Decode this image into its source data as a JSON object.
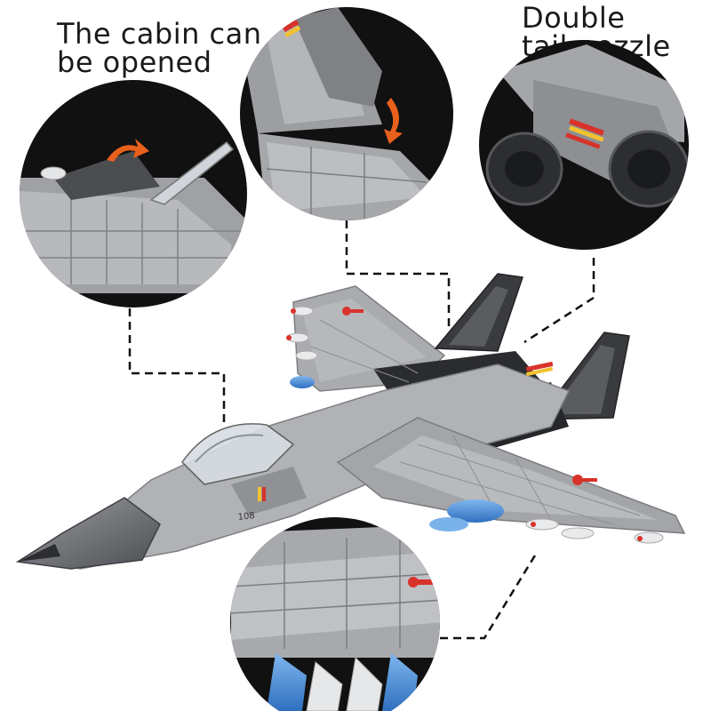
{
  "captions": {
    "cabin": {
      "line1": "The cabin can",
      "line2": "be opened"
    },
    "nozzle": {
      "line1": "Double",
      "line2": "tail nozzle"
    }
  },
  "model": {
    "tail_number": "108"
  },
  "colors": {
    "background": "#ffffff",
    "brick_gray": "#a9abae",
    "brick_dark": "#2a2b2e",
    "accent_red": "#d8322b",
    "accent_yellow": "#f2c230",
    "missile_blue": "#4b8fd6",
    "arrow_orange": "#e8601c"
  },
  "icons": [
    "rotate-arrow-icon",
    "chinese-roundel-icon"
  ]
}
